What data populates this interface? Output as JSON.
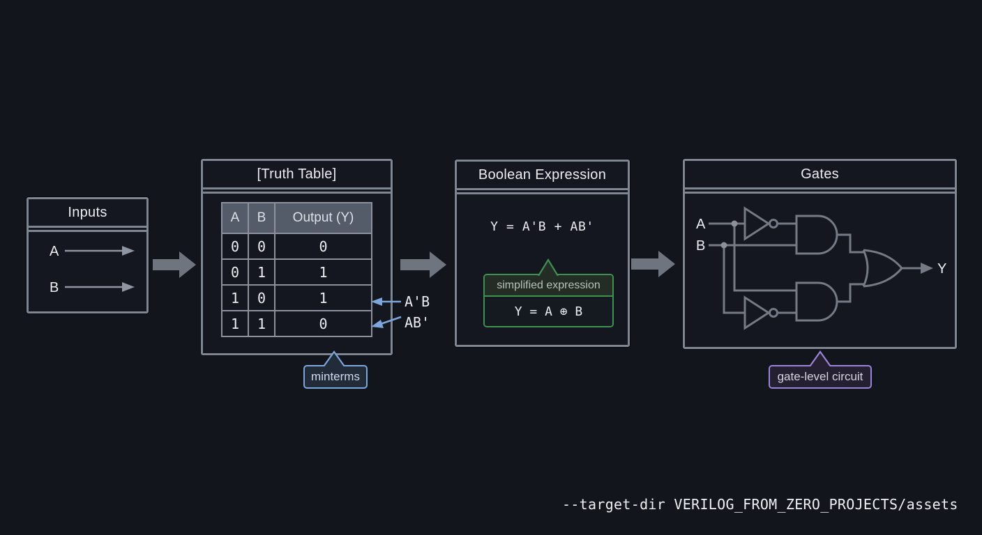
{
  "inputs_box": {
    "title": "Inputs",
    "signal_a": "A",
    "signal_b": "B"
  },
  "truth_table_box": {
    "title": "[Truth Table]",
    "columns": [
      "A",
      "B",
      "Output (Y)"
    ],
    "rows": [
      [
        "0",
        "0",
        "0"
      ],
      [
        "0",
        "1",
        "1"
      ],
      [
        "1",
        "0",
        "1"
      ],
      [
        "1",
        "1",
        "0"
      ]
    ],
    "minterm_label_1": "A'B",
    "minterm_label_2": "AB'",
    "callout": "minterms"
  },
  "boolean_box": {
    "title": "Boolean Expression",
    "expression": "Y = A'B + AB'",
    "callout_title": "simplified expression",
    "simplified_expression": "Y = A ⊕ B"
  },
  "gates_box": {
    "title": "Gates",
    "input_a": "A",
    "input_b": "B",
    "output": "Y",
    "callout": "gate-level circuit"
  },
  "footer": {
    "command": "--target-dir VERILOG_FROM_ZERO_PROJECTS/assets"
  },
  "colors": {
    "background": "#12151c",
    "box_border": "#7e8692",
    "accent_blue": "#7da7dc",
    "accent_green": "#3f9150",
    "accent_purple": "#9b85d6",
    "arrow_gray": "#6f757f",
    "circuit_stroke": "#747b86"
  }
}
